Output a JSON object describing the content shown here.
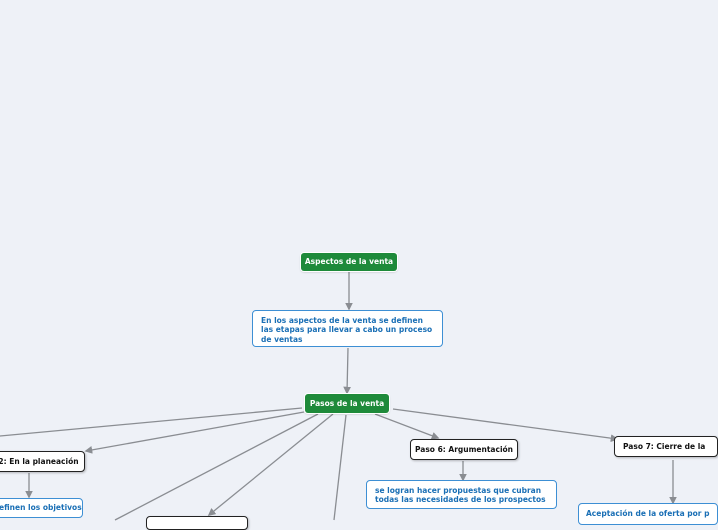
{
  "diagram": {
    "root": "Aspectos de la venta",
    "definition": "En los aspectos de la venta se definen las etapas para  llevar a cabo un proceso de ventas",
    "hub": "Pasos de la venta",
    "step2": "2: En la planeación",
    "step2_detail": "efinen los objetivos",
    "step6": "Paso 6: Argumentación",
    "step6_detail": "se logran hacer propuestas que cubran todas las necesidades de los prospectos",
    "step7": "Paso 7: Cierre de la",
    "step7_detail": "Aceptación de la oferta por p"
  },
  "colors": {
    "background": "#eef1f7",
    "green_node": "#1e8a3a",
    "blue_text": "#1a6fb5",
    "connector": "#8a8d92"
  }
}
